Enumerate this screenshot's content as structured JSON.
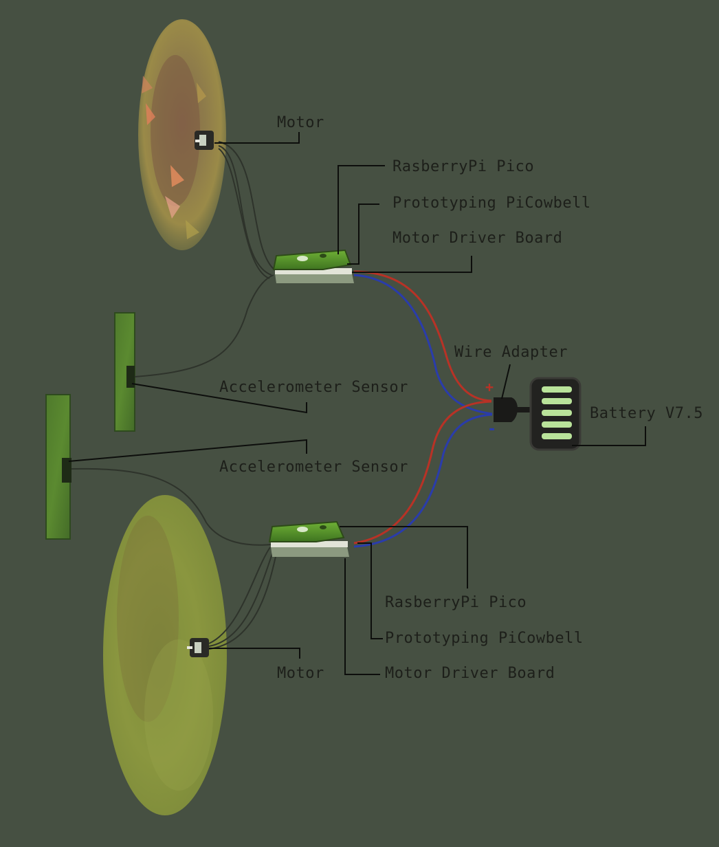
{
  "colors": {
    "background": "#465042",
    "label_text": "#1d1f1a",
    "leader_line": "#0d0e0c",
    "positive_wire": "#b83226",
    "negative_wire": "#2a3cab",
    "board_green": "#5f9e2c",
    "sensor_green": "#4e7d2c",
    "battery_cell": "#b9e39a"
  },
  "labels": {
    "motor_top": "Motor",
    "pico_top": "RasberryPi Pico",
    "picowbell_top": "Prototyping PiCowbell",
    "driver_top": "Motor Driver Board",
    "wire_adapter": "Wire Adapter",
    "battery": "Battery V7.5",
    "accel_top": "Accelerometer Sensor",
    "accel_bottom": "Accelerometer Sensor",
    "pico_bottom": "RasberryPi Pico",
    "picowbell_bottom": "Prototyping PiCowbell",
    "motor_bottom": "Motor",
    "driver_bottom": "Motor Driver Board"
  },
  "polarity": {
    "plus": "+",
    "minus": "-"
  }
}
